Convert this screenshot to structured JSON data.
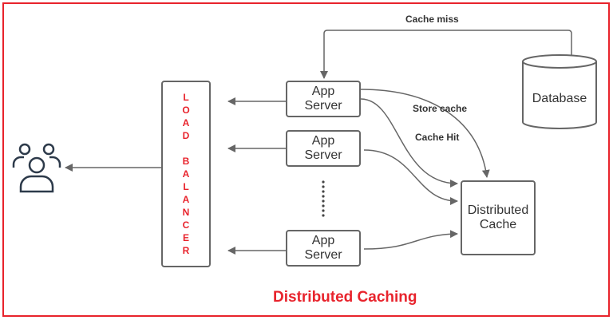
{
  "diagram": {
    "title": "Distributed Caching",
    "load_balancer": {
      "label_words": [
        "LOAD",
        "BALANCER"
      ]
    },
    "app_servers": [
      {
        "label_line1": "App",
        "label_line2": "Server"
      },
      {
        "label_line1": "App",
        "label_line2": "Server"
      },
      {
        "label_line1": "App",
        "label_line2": "Server"
      }
    ],
    "distributed_cache": {
      "label_line1": "Distributed",
      "label_line2": "Cache"
    },
    "database": {
      "label": "Database"
    },
    "edge_labels": {
      "cache_miss": "Cache miss",
      "store_cache": "Store cache",
      "cache_hit": "Cache Hit"
    },
    "users_icon": "users-group-icon",
    "colors": {
      "accent": "#e8232c",
      "stroke": "#666666",
      "text": "#333333",
      "users": "#2d3a4a"
    }
  }
}
